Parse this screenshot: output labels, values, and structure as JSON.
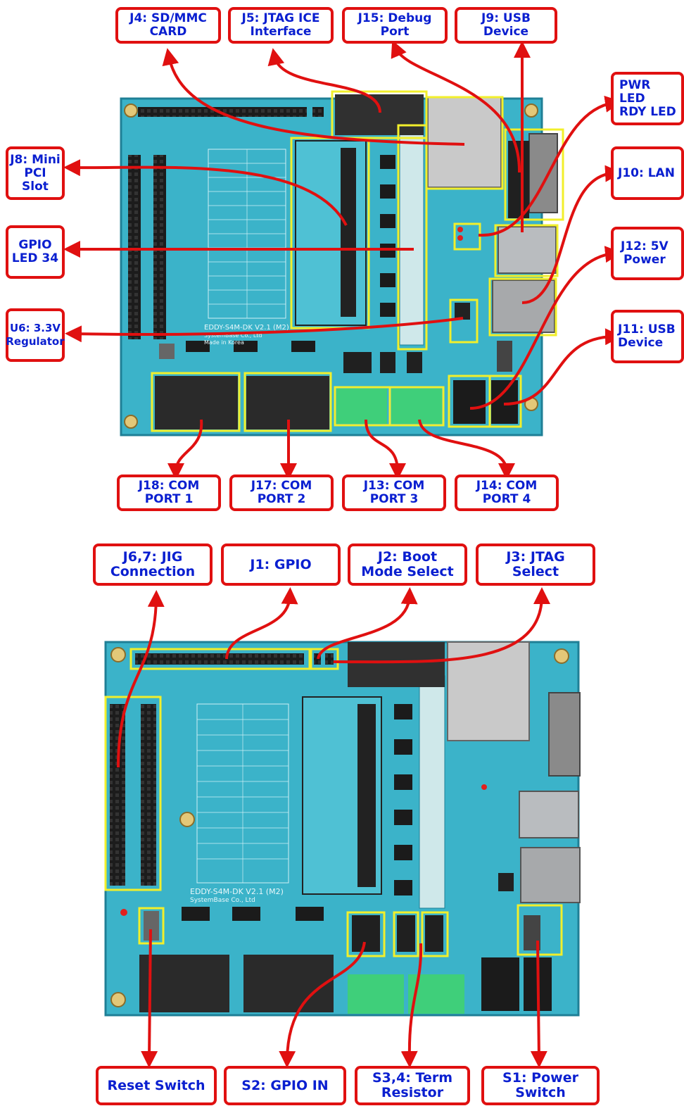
{
  "colors": {
    "board": "#3bb3c9",
    "board_dark": "#1f7f96",
    "label_border": "#e01010",
    "label_text": "#0a1fd0",
    "highlight": "#f2ef2b",
    "arrow": "#e01010"
  },
  "top_diagram": {
    "labels": {
      "j4": "J4: SD/MMC\nCARD",
      "j5": "J5: JTAG ICE\nInterface",
      "j15": "J15: Debug\nPort",
      "j9": "J9: USB\nDevice",
      "pwr": "PWR LED\nRDY LED",
      "j10": "J10: LAN",
      "j12": "J12: 5V\nPower",
      "j11": "J11: USB\nDevice",
      "j8": "J8: Mini\nPCI Slot",
      "gpio_led": "GPIO\nLED 34",
      "u6": "U6: 3.3V\nRegulator",
      "j18": "J18: COM\nPORT 1",
      "j17": "J17: COM\nPORT 2",
      "j13": "J13: COM\nPORT 3",
      "j14": "J14: COM\nPORT 4"
    }
  },
  "bottom_diagram": {
    "labels": {
      "j67": "J6,7: JIG\nConnection",
      "j1": "J1: GPIO",
      "j2": "J2: Boot\nMode Select",
      "j3": "J3: JTAG\nSelect",
      "reset": "Reset Switch",
      "s2": "S2: GPIO IN",
      "s34": "S3,4: Term\nResistor",
      "s1": "S1: Power\nSwitch"
    }
  },
  "board_text": {
    "silkscreen_title": "EDDY-S4M-DK V2.1 (M2)",
    "maker": "SystemBase Co., Ltd",
    "origin": "Made in Korea"
  }
}
